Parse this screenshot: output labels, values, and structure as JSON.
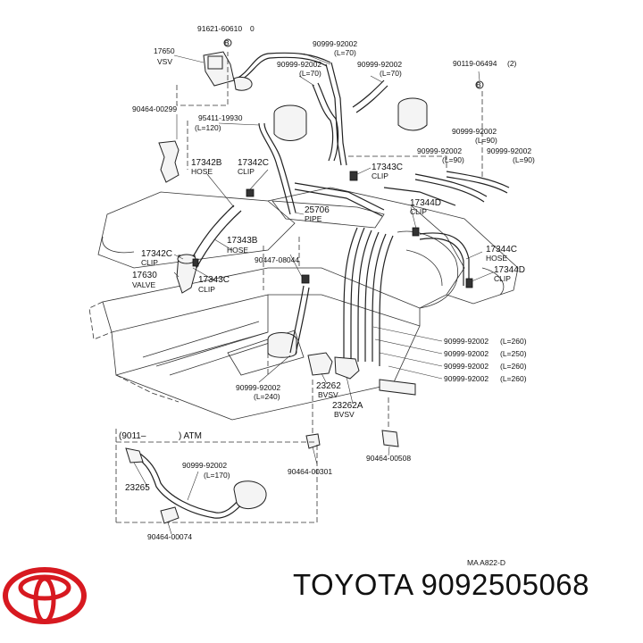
{
  "brand": {
    "name": "TOYOTA 9092505068",
    "logo_color": "#d71920"
  },
  "diagram": {
    "code": "MA A822-D",
    "labels": {
      "p91621": "91621-60610",
      "p0": "0",
      "p17650": "17650",
      "vsv": "VSV",
      "p90999a": "90999-92002",
      "l70a": "(L=70)",
      "p90999b": "90999-92002",
      "l70b": "(L=70)",
      "p90999c": "90999-92002",
      "l70c": "(L=70)",
      "p90119": "90119-06494",
      "q2": "(2)",
      "p90464a": "90464-00299",
      "p95411": "95411-19930",
      "l120": "(L=120)",
      "p90999d": "90999-92002",
      "l90a": "(L=90)",
      "p90999e": "90999-92002",
      "l90b": "(L=90)",
      "p90999f": "90999-92002",
      "l90c": "(L=90)",
      "p17342b": "17342B",
      "hose1": "HOSE",
      "p17342c_top": "17342C",
      "clip1": "CLIP",
      "p17343c_top": "17343C",
      "clip2": "CLIP",
      "p25706": "25706",
      "pipe": "PIPE",
      "p17344d_top": "17344D",
      "clip3": "CLIP",
      "p17343b": "17343B",
      "hose2": "HOSE",
      "p90447": "90447-08044",
      "p17344c": "17344C",
      "hose3": "HOSE",
      "p17344d_right": "17344D",
      "clip4": "CLIP",
      "p17342c_left": "17342C",
      "clip5": "CLIP",
      "p17630": "17630",
      "valve": "VALVE",
      "p17343c_bottom": "17343C",
      "clip6": "CLIP",
      "p90999g": "90999-92002",
      "l260a": "(L=260)",
      "p90999h": "90999-92002",
      "l250": "(L=250)",
      "p90999i": "90999-92002",
      "l260b": "(L=260)",
      "p90999j": "90999-92002",
      "l260c": "(L=260)",
      "p90999k": "90999-92002",
      "l240": "(L=240)",
      "p23262": "23262",
      "bvsv1": "BVSV",
      "p23262a": "23262A",
      "bvsv2": "BVSV",
      "p9011": "(9011–",
      "atm": ") ATM",
      "p90464b": "90464-00301",
      "p90464c": "90464-00508",
      "p90999l": "90999-92002",
      "l170": "(L=170)",
      "p23265": "23265",
      "p90464d": "90464-00074"
    }
  }
}
